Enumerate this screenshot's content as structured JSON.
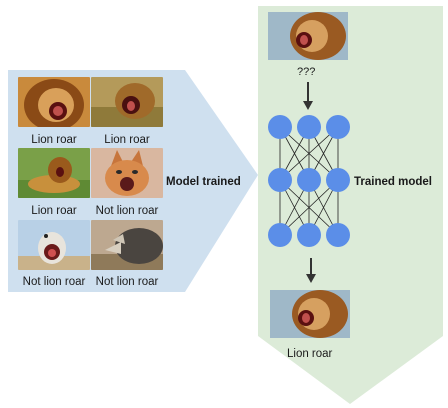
{
  "training": {
    "label": "Model trained",
    "examples": [
      {
        "caption": "Lion roar",
        "image": "lion-roaring-icon"
      },
      {
        "caption": "Lion roar",
        "image": "lion-roaring-icon"
      },
      {
        "caption": "Lion roar",
        "image": "lion-lying-grass-icon"
      },
      {
        "caption": "Not lion roar",
        "image": "cat-meowing-icon"
      },
      {
        "caption": "Not lion roar",
        "image": "bird-beak-open-icon"
      },
      {
        "caption": "Not lion roar",
        "image": "rhino-icon"
      }
    ]
  },
  "inference": {
    "label": "Trained model",
    "input_text": "???",
    "output_text": "Lion roar"
  },
  "colors": {
    "left_panel": "#cfe0ef",
    "right_panel": "#dcebd8",
    "node": "#5b8ee8"
  }
}
